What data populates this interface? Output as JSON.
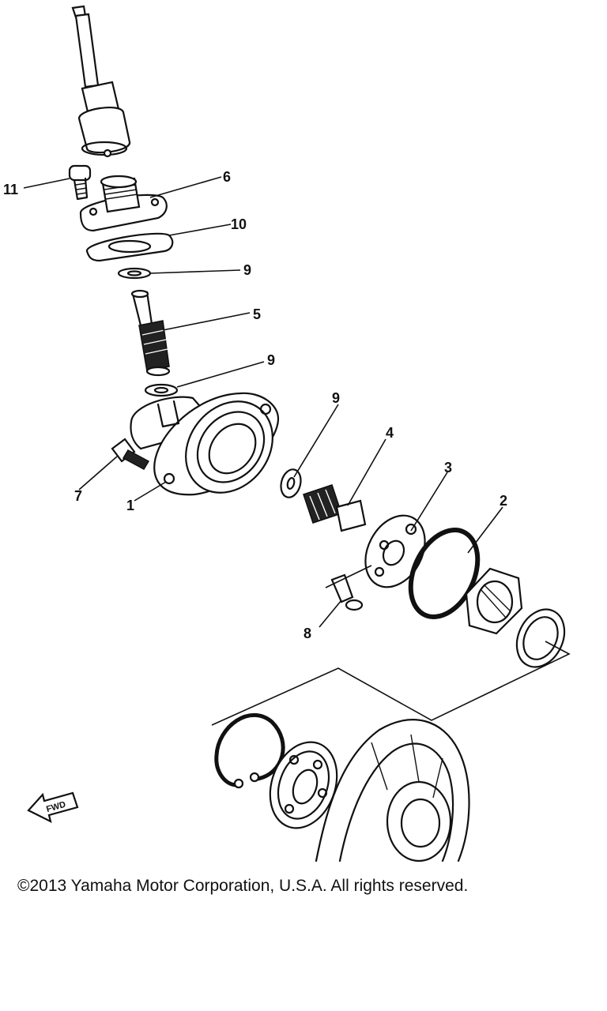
{
  "callouts": {
    "c1": "1",
    "c2": "2",
    "c3": "3",
    "c4": "4",
    "c5": "5",
    "c6": "6",
    "c7": "7",
    "c8": "8",
    "c9a": "9",
    "c9b": "9",
    "c9c": "9",
    "c10": "10",
    "c11": "11"
  },
  "fwd_label": "FWD",
  "copyright": "©2013 Yamaha Motor Corporation, U.S.A. All rights reserved."
}
